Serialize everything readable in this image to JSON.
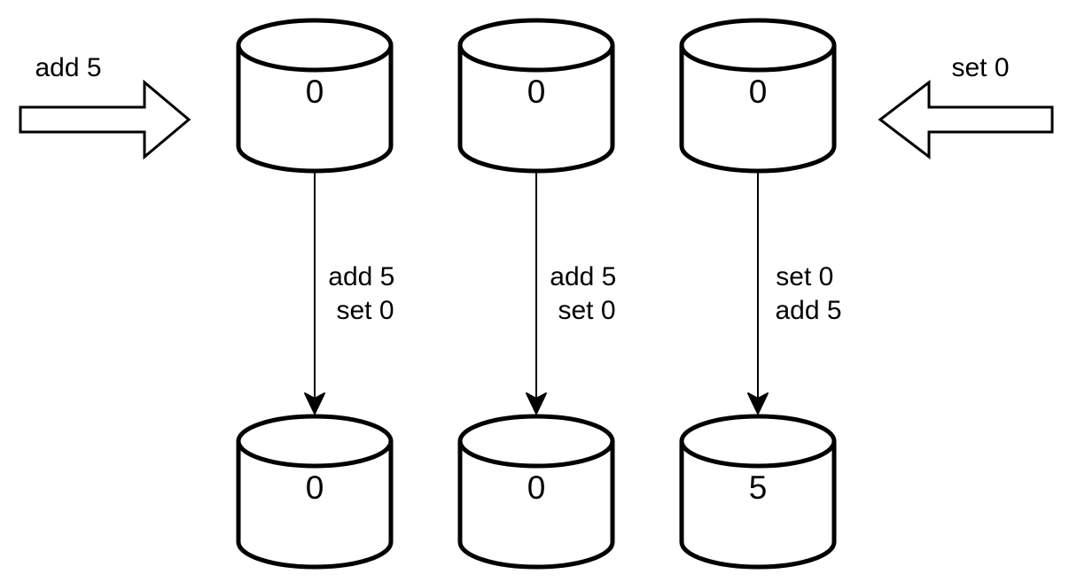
{
  "colors": {
    "stroke": "#000000",
    "fill": "#ffffff",
    "background": "#ffffff"
  },
  "incoming": {
    "left": {
      "label": "add 5"
    },
    "right": {
      "label": "set 0"
    }
  },
  "replicas": [
    {
      "initial_value": "0",
      "ops": [
        "add 5",
        "set 0"
      ],
      "final_value": "0"
    },
    {
      "initial_value": "0",
      "ops": [
        "add 5",
        "set 0"
      ],
      "final_value": "0"
    },
    {
      "initial_value": "0",
      "ops": [
        "set 0",
        "add 5"
      ],
      "final_value": "5"
    }
  ]
}
